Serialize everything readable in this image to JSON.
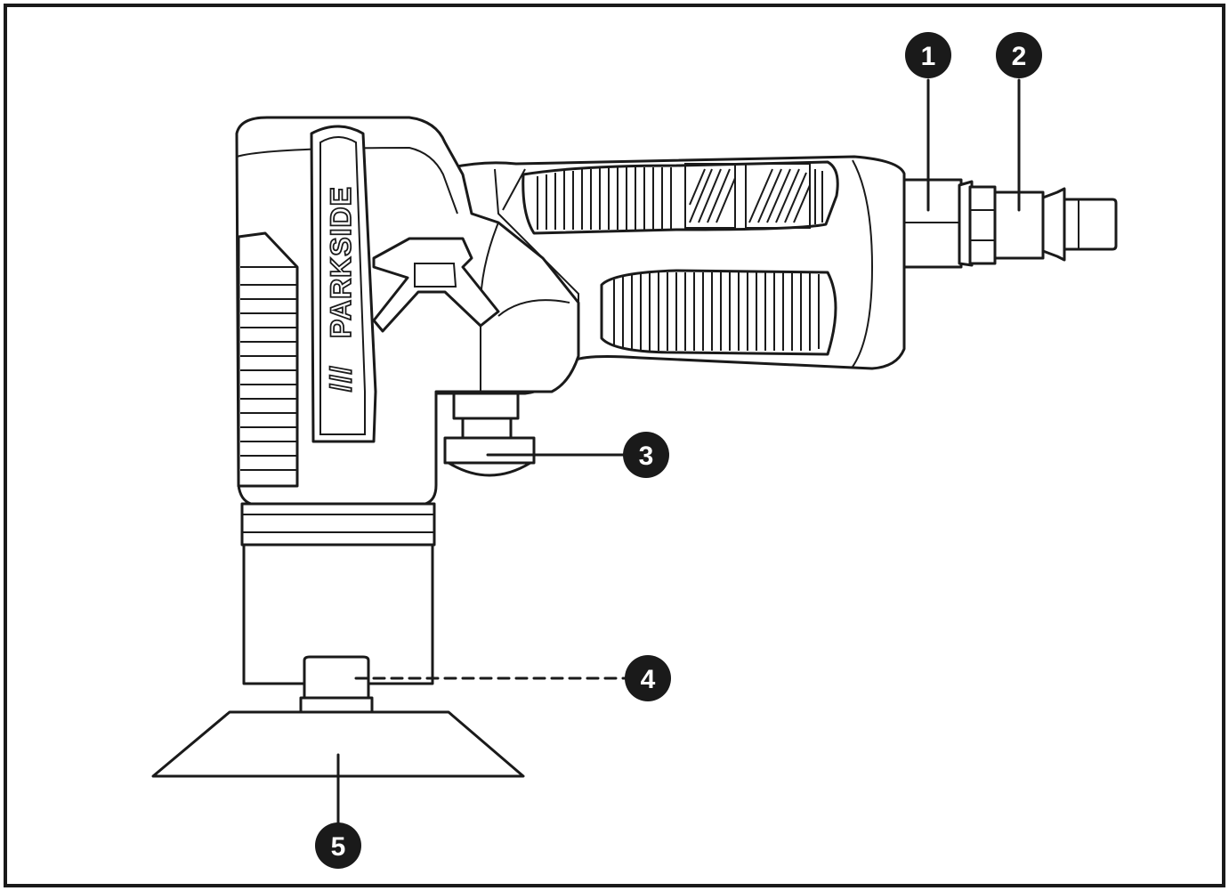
{
  "figure": {
    "brand_logo": "PARKSIDE",
    "brand_slashes": "///",
    "callouts": [
      {
        "number": "1"
      },
      {
        "number": "2"
      },
      {
        "number": "3"
      },
      {
        "number": "4"
      },
      {
        "number": "5"
      }
    ]
  },
  "colors": {
    "ink": "#1a1a1a",
    "paper": "#ffffff"
  }
}
